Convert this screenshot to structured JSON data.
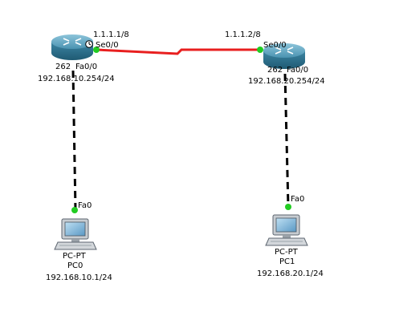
{
  "topology": {
    "routers": [
      {
        "model": "262",
        "interface_serial": "Se0/0",
        "serial_ip": "1.1.1.1/8",
        "interface_fast": "Fa0/0",
        "lan_ip": "192.168.10.254/24"
      },
      {
        "model": "262",
        "interface_serial": "Se0/0",
        "serial_ip": "1.1.1.2/8",
        "interface_fast": "Fa0/0",
        "lan_ip": "192.168.20.254/24"
      }
    ],
    "pcs": [
      {
        "type": "PC-PT",
        "name": "PC0",
        "interface": "Fa0",
        "ip": "192.168.10.1/24"
      },
      {
        "type": "PC-PT",
        "name": "PC1",
        "interface": "Fa0",
        "ip": "192.168.20.1/24"
      }
    ],
    "colors": {
      "serial_link": "#e81f1f",
      "ethernet_link": "#000000",
      "port_up": "#22cc22",
      "router_body": "#3a7f9a",
      "pc_body": "#c7ccd1",
      "pc_screen": "#6aa6cf"
    }
  }
}
